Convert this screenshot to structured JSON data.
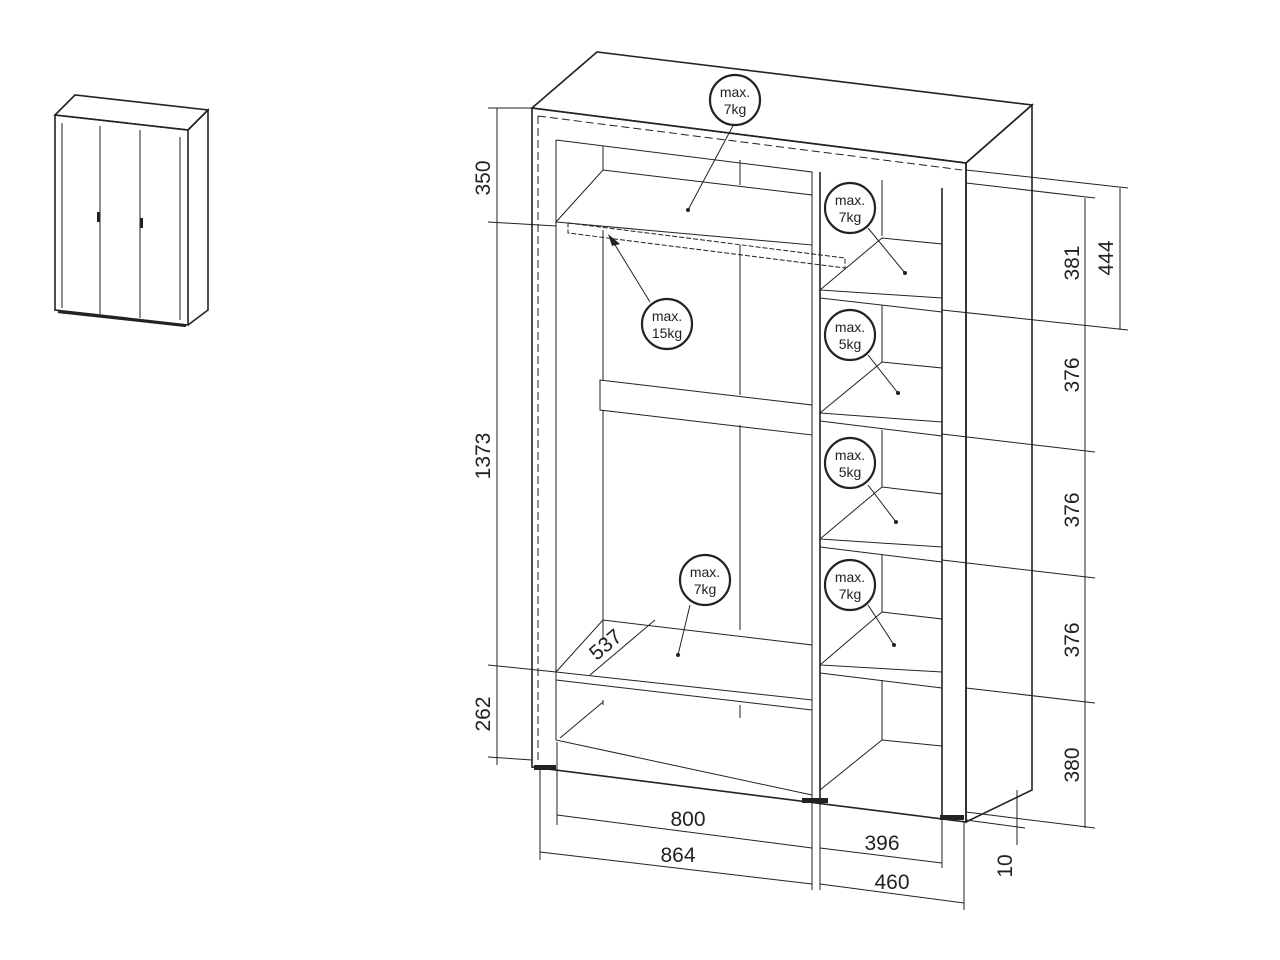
{
  "dimensions": {
    "left_top": "350",
    "left_middle": "1373",
    "left_bottom": "262",
    "right_1": "381",
    "right_2": "376",
    "right_3": "376",
    "right_4": "376",
    "right_5": "380",
    "right_outer": "444",
    "bottom_inner_left": "800",
    "bottom_outer_left": "864",
    "bottom_inner_right": "396",
    "bottom_outer_right": "460",
    "plinth": "10",
    "depth": "537"
  },
  "loads": [
    {
      "line1": "max.",
      "line2": "7kg"
    },
    {
      "line1": "max.",
      "line2": "7kg"
    },
    {
      "line1": "max.",
      "line2": "15kg"
    },
    {
      "line1": "max.",
      "line2": "5kg"
    },
    {
      "line1": "max.",
      "line2": "5kg"
    },
    {
      "line1": "max.",
      "line2": "7kg"
    },
    {
      "line1": "max.",
      "line2": "7kg"
    }
  ]
}
